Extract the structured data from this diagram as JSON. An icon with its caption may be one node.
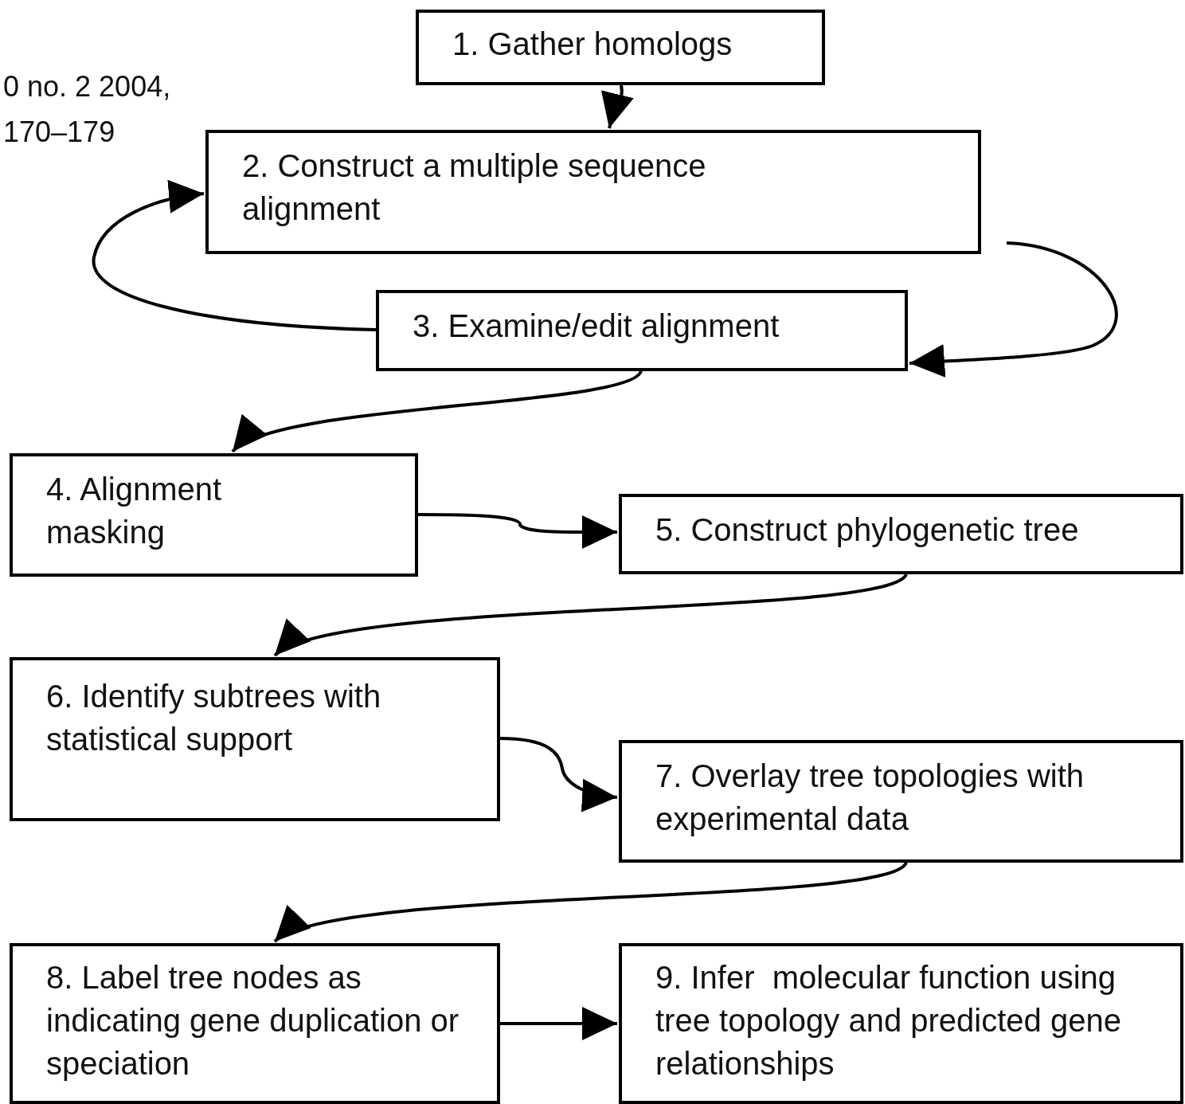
{
  "diagram": {
    "nodes": [
      {
        "text": [
          "1. Gather homologs"
        ]
      },
      {
        "text": [
          "2. Construct a multiple sequence alignment"
        ]
      },
      {
        "text": [
          "3. Examine/edit alignment"
        ]
      },
      {
        "text": [
          "4. Alignment masking"
        ]
      },
      {
        "text": [
          "5. Construct phylogenetic tree"
        ]
      },
      {
        "text": [
          "6. Identify subtrees with statistical support"
        ]
      },
      {
        "text": [
          "7. Overlay tree topologies with experimental data"
        ]
      },
      {
        "text": [
          "8. Label tree nodes as indicating gene duplication or  speciation"
        ]
      },
      {
        "text": [
          "9. Infer  molecular function using tree topology and predicted gene relationships"
        ]
      }
    ],
    "edges": [
      {
        "from": 0,
        "to": 1,
        "arrow": "to"
      },
      {
        "from": 1,
        "to": 2,
        "arrow": "to"
      },
      {
        "from": 2,
        "to": 1,
        "arrow": "to"
      },
      {
        "from": 2,
        "to": 3,
        "arrow": "to"
      },
      {
        "from": 3,
        "to": 4,
        "arrow": "to"
      },
      {
        "from": 4,
        "to": 5,
        "arrow": "to"
      },
      {
        "from": 5,
        "to": 6,
        "arrow": "to"
      },
      {
        "from": 6,
        "to": 7,
        "arrow": "to"
      },
      {
        "from": 7,
        "to": 8,
        "arrow": "to"
      }
    ],
    "labels": [
      "0 no. 2 2004, 170–179"
    ]
  }
}
